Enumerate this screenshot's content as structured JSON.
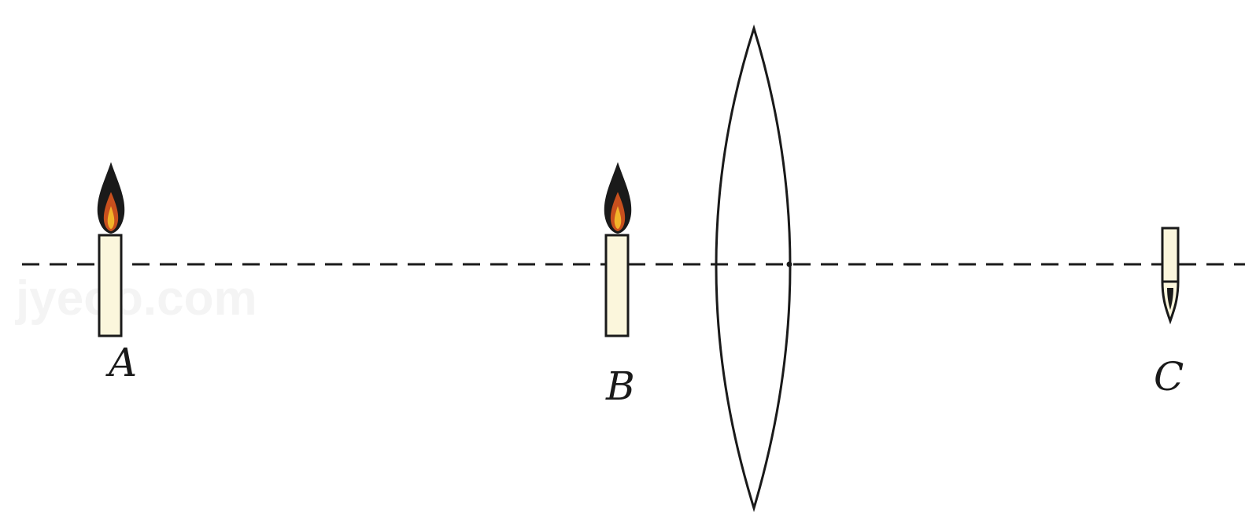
{
  "diagram": {
    "labels": {
      "a": "A",
      "b": "B",
      "c": "C"
    },
    "colors": {
      "line": "#1a1a1a",
      "candle_body": "#fbf6dc",
      "flame_outer": "#1a1a1a",
      "flame_inner": "#c8501e",
      "flame_core": "#f2b42a",
      "watermark": "#f2f2f2"
    }
  }
}
